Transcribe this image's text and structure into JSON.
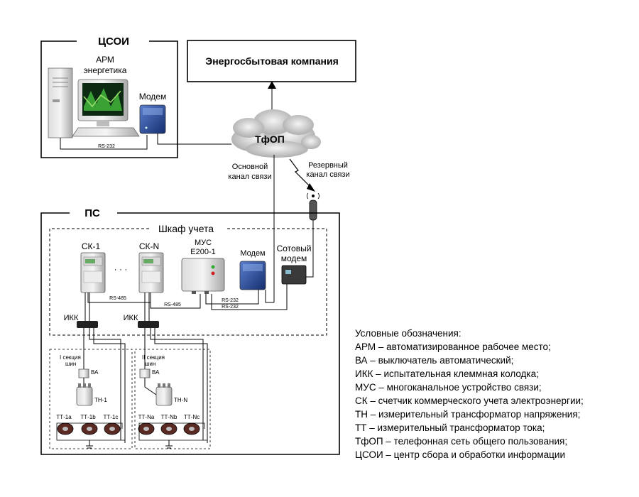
{
  "labels": {
    "tsoi": "ЦСОИ",
    "arm_line1": "АРМ",
    "arm_line2": "энергетика",
    "modem_top": "Модем",
    "rs232_top": "RS-232",
    "energy_company": "Энергосбытовая компания",
    "tfop": "ТфОП",
    "main_channel_line1": "Основной",
    "main_channel_line2": "канал связи",
    "reserve_channel_line1": "Резервный",
    "reserve_channel_line2": "канал связи",
    "ps": "ПС",
    "cabinet": "Шкаф учета",
    "sk1": "СК-1",
    "skn": "СК-N",
    "dots": "· · ·",
    "mus_line1": "МУС",
    "mus_line2": "Е200-1",
    "modem_ps": "Модем",
    "cell_modem_line1": "Сотовый",
    "cell_modem_line2": "модем",
    "rs485_a": "RS-485",
    "rs485_b": "RS-485",
    "rs232_a": "RS-232",
    "rs232_b": "RS-232",
    "ikk_1": "ИКК",
    "ikk_2": "ИКК",
    "section1_line1": "I секция",
    "section1_line2": "шин",
    "section2_line1": "II секция",
    "section2_line2": "шин",
    "va_1": "ВА",
    "va_2": "ВА",
    "tn1": "ТН-1",
    "tnn": "ТН-N",
    "tt1a": "ТТ-1а",
    "tt1b": "ТТ-1b",
    "tt1c": "ТТ-1с",
    "ttna": "ТТ-Nа",
    "ttnb": "ТТ-Nb",
    "ttnc": "ТТ-Nс"
  },
  "legend": {
    "title": "Условные обозначения:",
    "items": [
      "АРМ – автоматизированное рабочее место;",
      "ВА – выключатель автоматический;",
      "ИКК – испытательная клеммная колодка;",
      "МУС – многоканальное устройство связи;",
      "СК – счетчик коммерческого учета электроэнергии;",
      "ТН – измерительный трансформатор напряжения;",
      "ТТ – измерительный трансформатор тока;",
      "ТфОП –  телефонная сеть общего пользования;",
      "ЦСОИ – центр сбора и обработки информации"
    ]
  },
  "colors": {
    "line": "#000000",
    "device_gray": "#b7b7b7",
    "modem_blue": "#2a4f9e",
    "cloud": "#cfcfcf",
    "screen_green": "#3fae3a"
  },
  "icons": [
    "computer-tower-icon",
    "monitor-icon",
    "modem-icon",
    "cloud-icon",
    "lightning-icon",
    "antenna-icon",
    "meter-icon",
    "mus-device-icon",
    "cell-modem-icon",
    "terminal-block-icon",
    "breaker-icon",
    "voltage-transformer-icon",
    "current-transformer-icon",
    "ground-icon"
  ]
}
